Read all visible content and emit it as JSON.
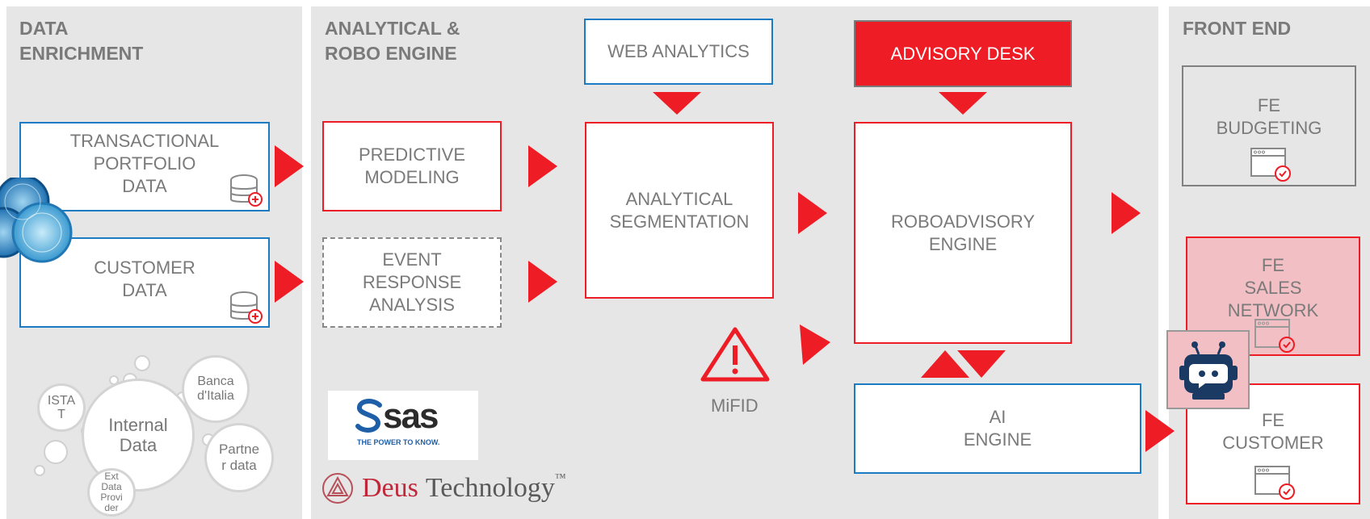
{
  "colors": {
    "accent_red": "#ee1c25",
    "accent_blue": "#1b7cc4",
    "panel_bg": "#e6e6e6",
    "pink_fill": "#f2bfc5"
  },
  "panels": {
    "enrichment_title": "DATA\nENRICHMENT",
    "analytical_title": "ANALYTICAL &\nROBO ENGINE",
    "frontend_title": "FRONT END"
  },
  "enrichment": {
    "transactional": "TRANSACTIONAL\nPORTFOLIO\nDATA",
    "customer": "CUSTOMER\nDATA",
    "sources": {
      "istat": "ISTA\nT",
      "internal": "Internal\nData",
      "banca": "Banca\nd'Italia",
      "partner": "Partne\nr data",
      "ext": "Ext\nData\nProvi\nder"
    }
  },
  "engine": {
    "predictive": "PREDICTIVE\nMODELING",
    "event": "EVENT\nRESPONSE\nANALYSIS",
    "web_analytics": "WEB ANALYTICS",
    "segmentation": "ANALYTICAL\nSEGMENTATION",
    "advisory_desk": "ADVISORY DESK",
    "roboadvisory": "ROBOADVISORY\nENGINE",
    "ai_engine": "AI\nENGINE",
    "mifid": "MiFID"
  },
  "logos": {
    "sas_name": "sas",
    "sas_tagline": "THE POWER TO KNOW.",
    "deus_red": "Deus",
    "deus_gray": "Technology",
    "deus_tm": "™"
  },
  "frontend": {
    "budgeting": "FE\nBUDGETING",
    "sales_network": "FE\nSALES\nNETWORK",
    "customer": "FE\nCUSTOMER"
  },
  "icons": [
    "database-plus-icon",
    "warning-icon",
    "browser-check-icon",
    "robot-icon",
    "deus-logo-icon",
    "segment-wheel-icon"
  ]
}
